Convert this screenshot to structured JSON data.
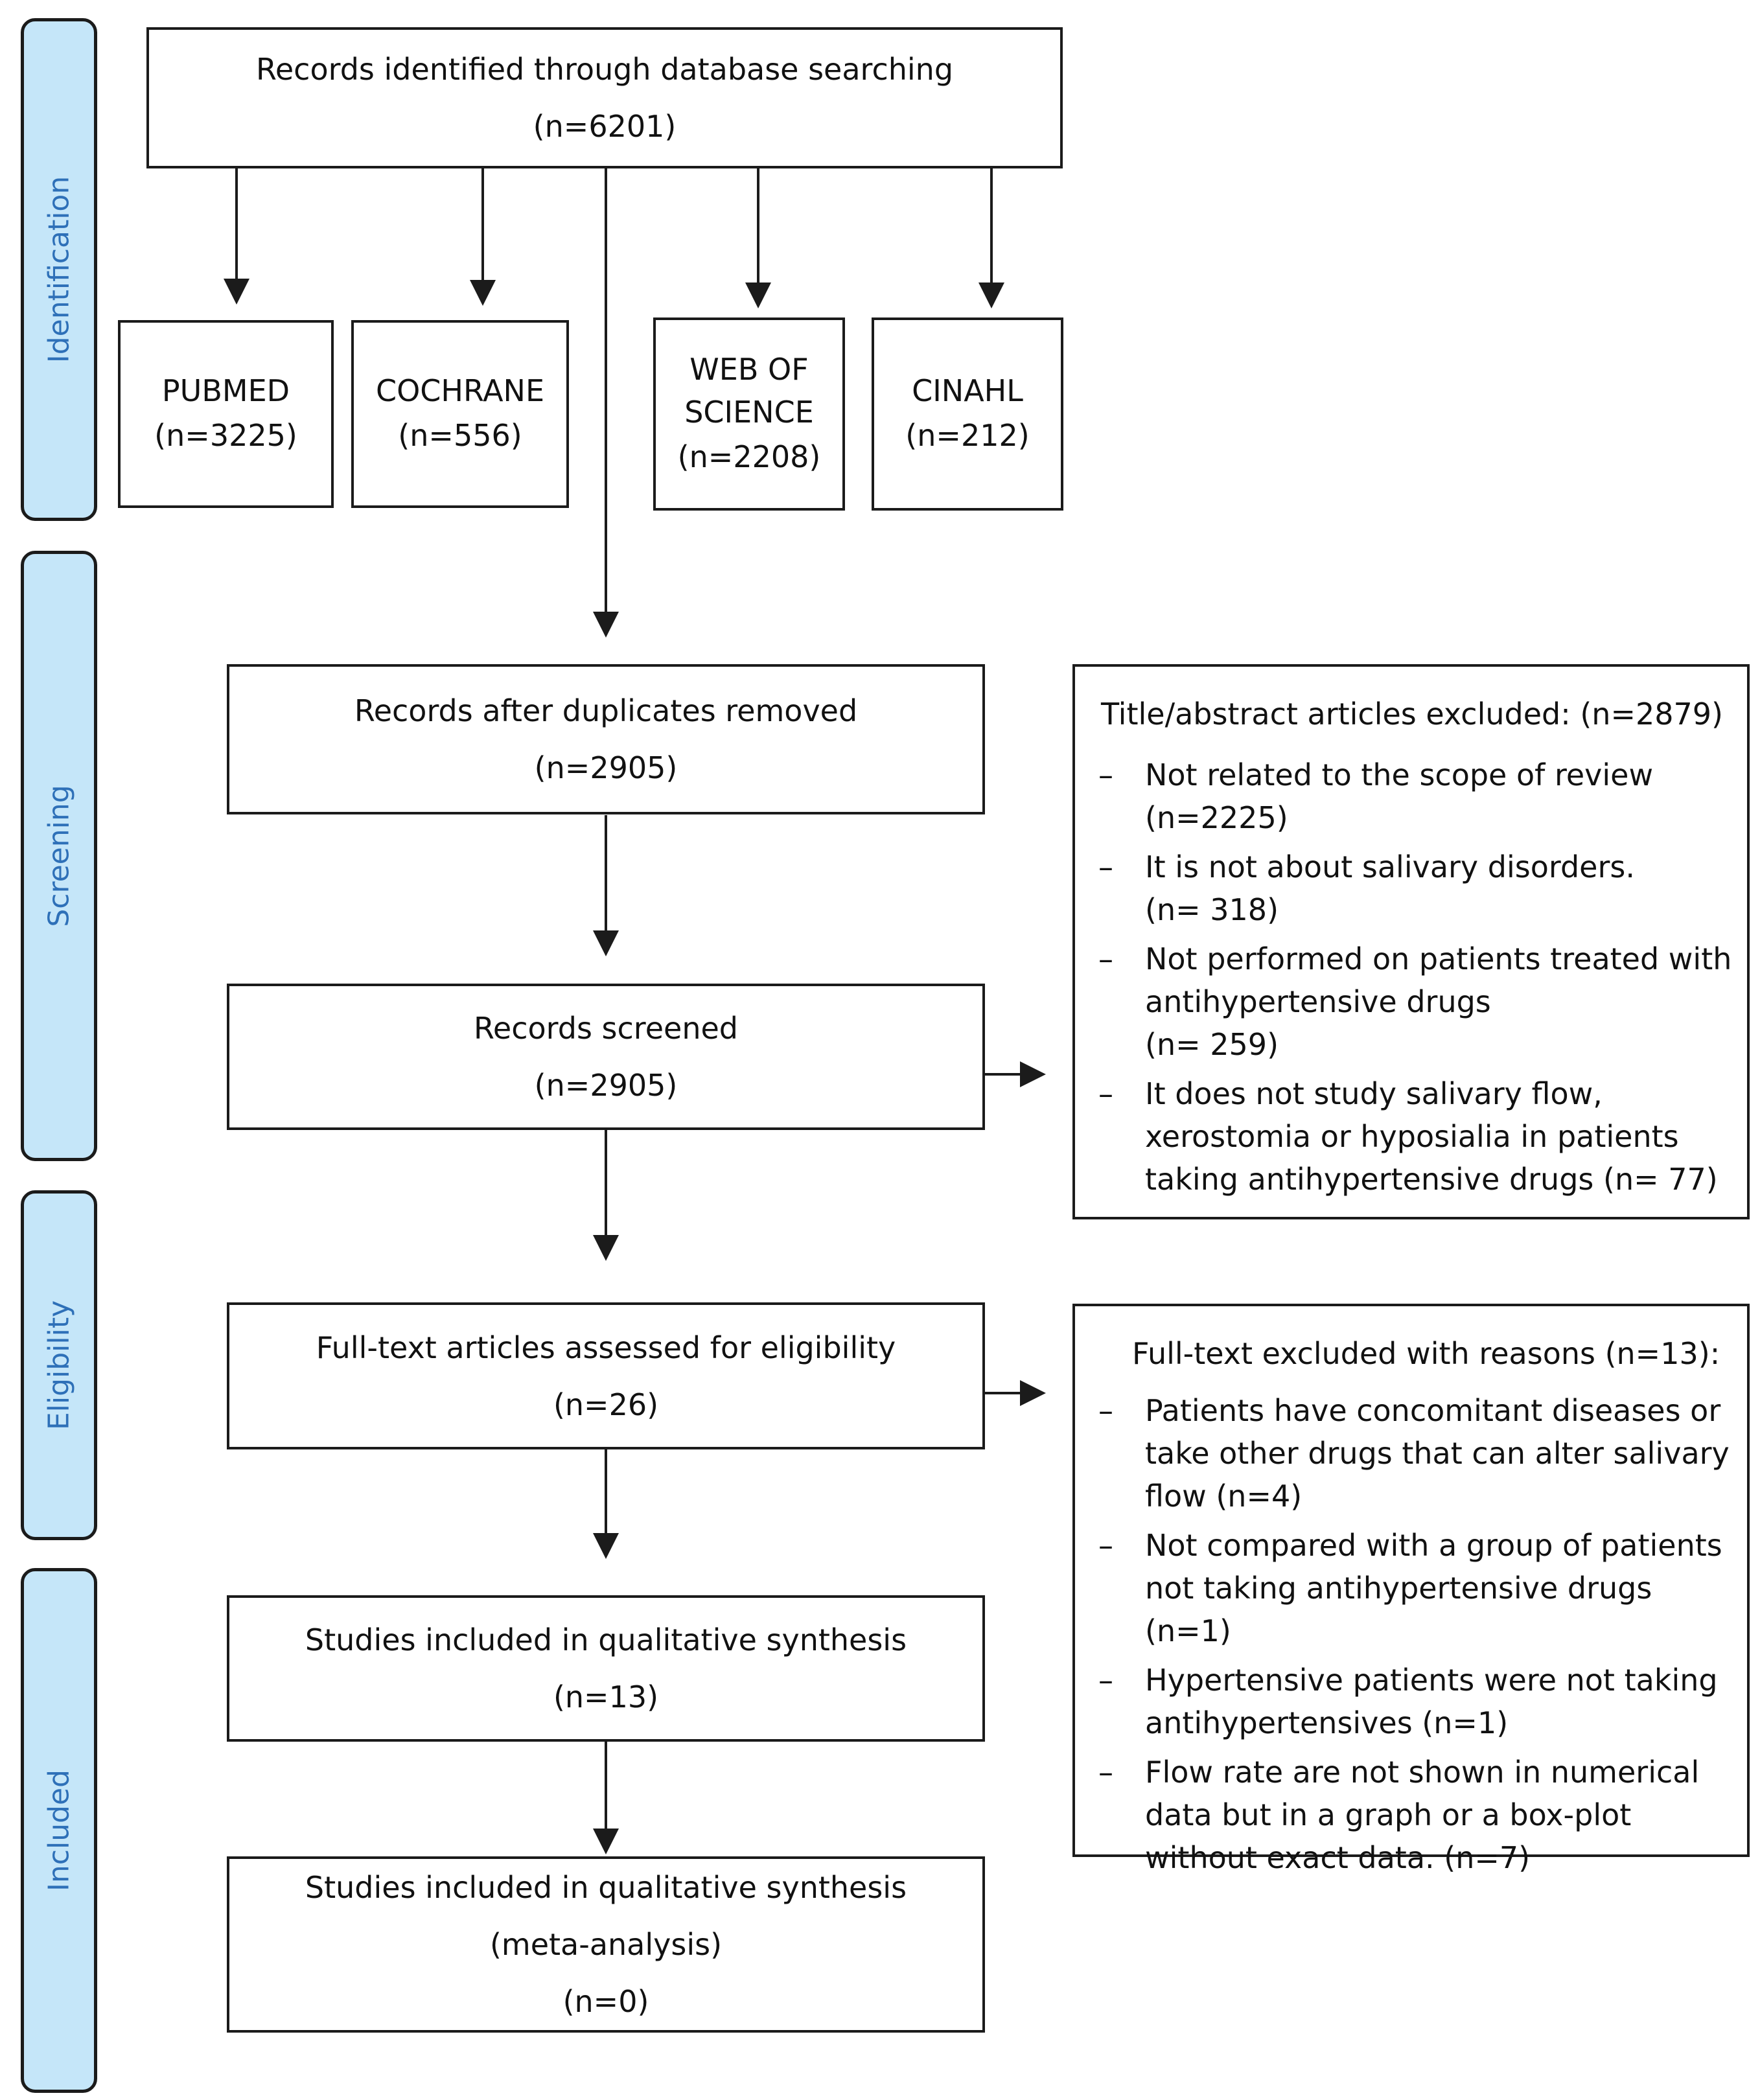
{
  "stages": {
    "identification": "Identification",
    "screening": "Screening",
    "eligibility": "Eligibility",
    "included": "Included"
  },
  "identified": {
    "title": "Records identified through database searching",
    "count": "(n=6201)"
  },
  "databases": [
    {
      "name_line1": "PUBMED",
      "name_line2": "",
      "count": "(n=3225)"
    },
    {
      "name_line1": "COCHRANE",
      "name_line2": "",
      "count": "(n=556)"
    },
    {
      "name_line1": "WEB OF",
      "name_line2": "SCIENCE",
      "count": "(n=2208)"
    },
    {
      "name_line1": "CINAHL",
      "name_line2": "",
      "count": "(n=212)"
    }
  ],
  "duplicates_removed": {
    "title": "Records after duplicates removed",
    "count": "(n=2905)"
  },
  "screened": {
    "title": "Records screened",
    "count": "(n=2905)"
  },
  "eligibility_assessed": {
    "title": "Full-text articles assessed for eligibility",
    "count": "(n=26)"
  },
  "qualitative": {
    "title": "Studies included in qualitative synthesis",
    "count": "(n=13)"
  },
  "meta_analysis": {
    "title": "Studies included in qualitative synthesis",
    "subtitle": "(meta-analysis)",
    "count": "(n=0)"
  },
  "title_abstract_excluded": {
    "header": "Title/abstract articles excluded: (n=2879)",
    "reasons": [
      {
        "lines": [
          "Not related to the scope of review",
          "(n=2225)"
        ]
      },
      {
        "lines": [
          "It is not about salivary disorders.",
          "(n= 318)"
        ]
      },
      {
        "lines": [
          "Not performed on patients treated with",
          "antihypertensive drugs",
          "(n= 259)"
        ]
      },
      {
        "lines": [
          "It does not study salivary flow,",
          "xerostomia or hyposialia in patients",
          "taking antihypertensive drugs (n= 77)"
        ]
      }
    ]
  },
  "fulltext_excluded": {
    "header": "Full-text excluded with reasons (n=13):",
    "reasons": [
      {
        "lines": [
          "Patients have concomitant diseases or",
          "take other drugs that can alter salivary",
          "flow (n=4)"
        ]
      },
      {
        "lines": [
          "Not compared with a group of patients",
          "not taking antihypertensive drugs (n=1)"
        ]
      },
      {
        "lines": [
          "Hypertensive patients were not taking",
          "antihypertensives (n=1)"
        ]
      },
      {
        "lines": [
          "Flow rate are not shown in numerical",
          "data but in a graph or a box-plot",
          "without exact data. (n=7)"
        ]
      }
    ]
  }
}
